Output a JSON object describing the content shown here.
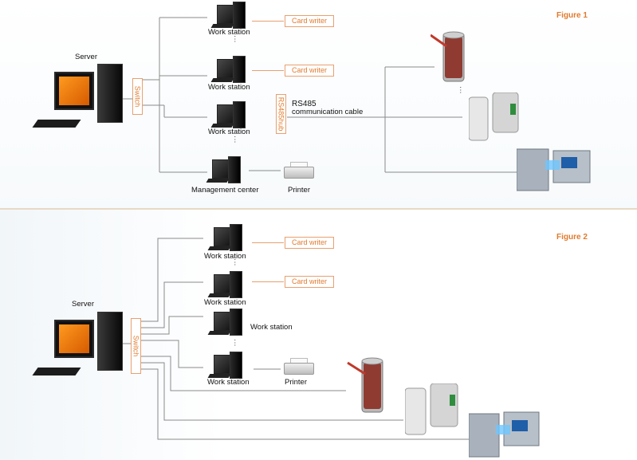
{
  "figure1": {
    "title": "Figure 1",
    "server_label": "Server",
    "switch_label": "Switch",
    "hub_label": "RS485hub",
    "rs485_label": "RS485",
    "cable_label": "communication cable",
    "workstations": [
      "Work station",
      "Work station",
      "Work station"
    ],
    "card_writers": [
      "Card writer",
      "Card writer"
    ],
    "management_label": "Management center",
    "printer_label": "Printer",
    "ellipsis": "⋮"
  },
  "figure2": {
    "title": "Figure 2",
    "server_label": "Server",
    "switch_label": "Switch",
    "workstations": [
      "Work station",
      "Work station",
      "Work station",
      "Work station"
    ],
    "card_writers": [
      "Card writer",
      "Card writer"
    ],
    "printer_label": "Printer",
    "ellipsis": "⋮"
  },
  "colors": {
    "accent": "#e07a2e",
    "line": "#8a8a8a",
    "screen": "#f28a1a"
  }
}
